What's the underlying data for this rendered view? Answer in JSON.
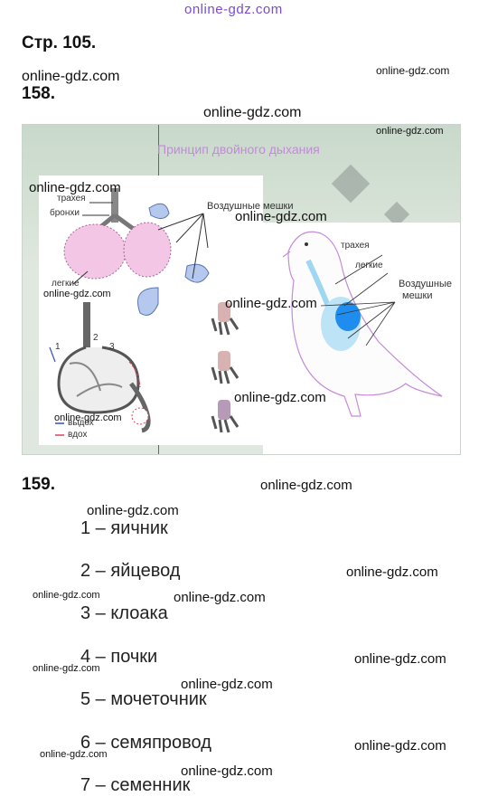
{
  "watermarks": {
    "top": "online-gdz.com",
    "site": "online-gdz.com"
  },
  "page_heading": "Стр. 105.",
  "task158": {
    "number": "158.",
    "figure": {
      "title": "Принцип двойного дыхания",
      "labels": {
        "trachea_left": "трахея",
        "bronchi": "бронхи",
        "lungs_left": "легкие",
        "air_sacs_left": "Воздушные мешки",
        "exhale": "выдох",
        "inhale": "вдох",
        "trachea_right": "трахея",
        "lungs_right": "легкие",
        "air_sacs_right_1": "Воздушные",
        "air_sacs_right_2": "мешки",
        "n1": "1",
        "n2": "2",
        "n3": "3"
      },
      "colors": {
        "lung_fill": "#f2c6e4",
        "sac_fill": "#b5c9ef",
        "bird_lung": "#1f8cf0",
        "bird_sac": "#bde3f7",
        "arrow_inhale": "#e0405a",
        "arrow_exhale": "#3050c0"
      }
    }
  },
  "task159": {
    "number": "159.",
    "items": [
      "1 – яичник",
      "2 – яйцевод",
      "3 – клоака",
      "4 – почки",
      "5 – мочеточник",
      "6 – семяпровод",
      "7 – семенник"
    ]
  }
}
